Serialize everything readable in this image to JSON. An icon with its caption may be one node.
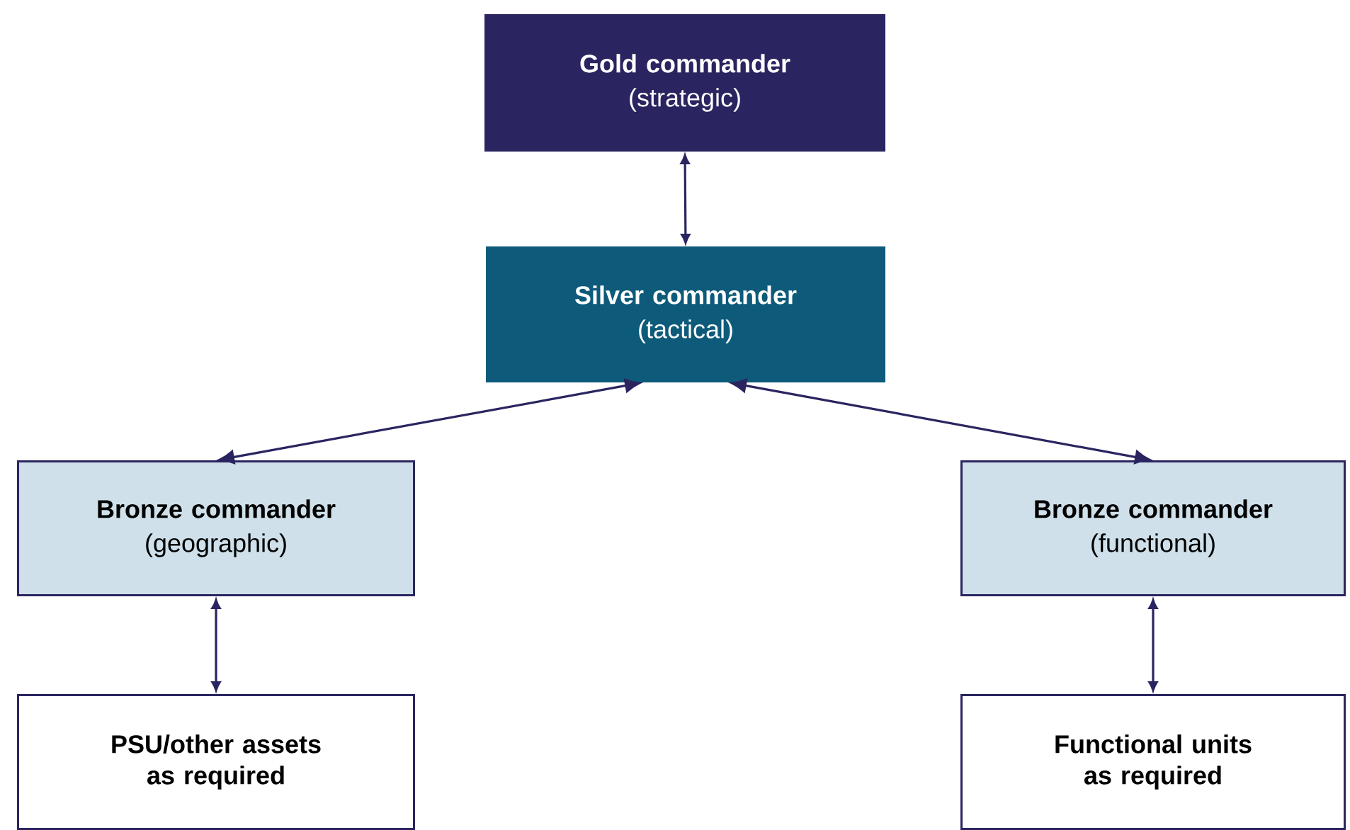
{
  "diagram": {
    "nodes": [
      {
        "text": [
          "Gold commander",
          "(strategic)"
        ]
      },
      {
        "text": [
          "Silver commander",
          "(tactical)"
        ]
      },
      {
        "text": [
          "Bronze commander",
          "(geographic)"
        ]
      },
      {
        "text": [
          "Bronze commander",
          "(functional)"
        ]
      },
      {
        "text": [
          "PSU/other assets as required"
        ]
      },
      {
        "text": [
          "Functional units as required"
        ]
      }
    ],
    "edges": [
      {
        "from": 0,
        "to": 1,
        "arrow": "both"
      },
      {
        "from": 1,
        "to": 2,
        "arrow": "both"
      },
      {
        "from": 1,
        "to": 3,
        "arrow": "both"
      },
      {
        "from": 2,
        "to": 4,
        "arrow": "both"
      },
      {
        "from": 3,
        "to": 5,
        "arrow": "both"
      }
    ]
  }
}
